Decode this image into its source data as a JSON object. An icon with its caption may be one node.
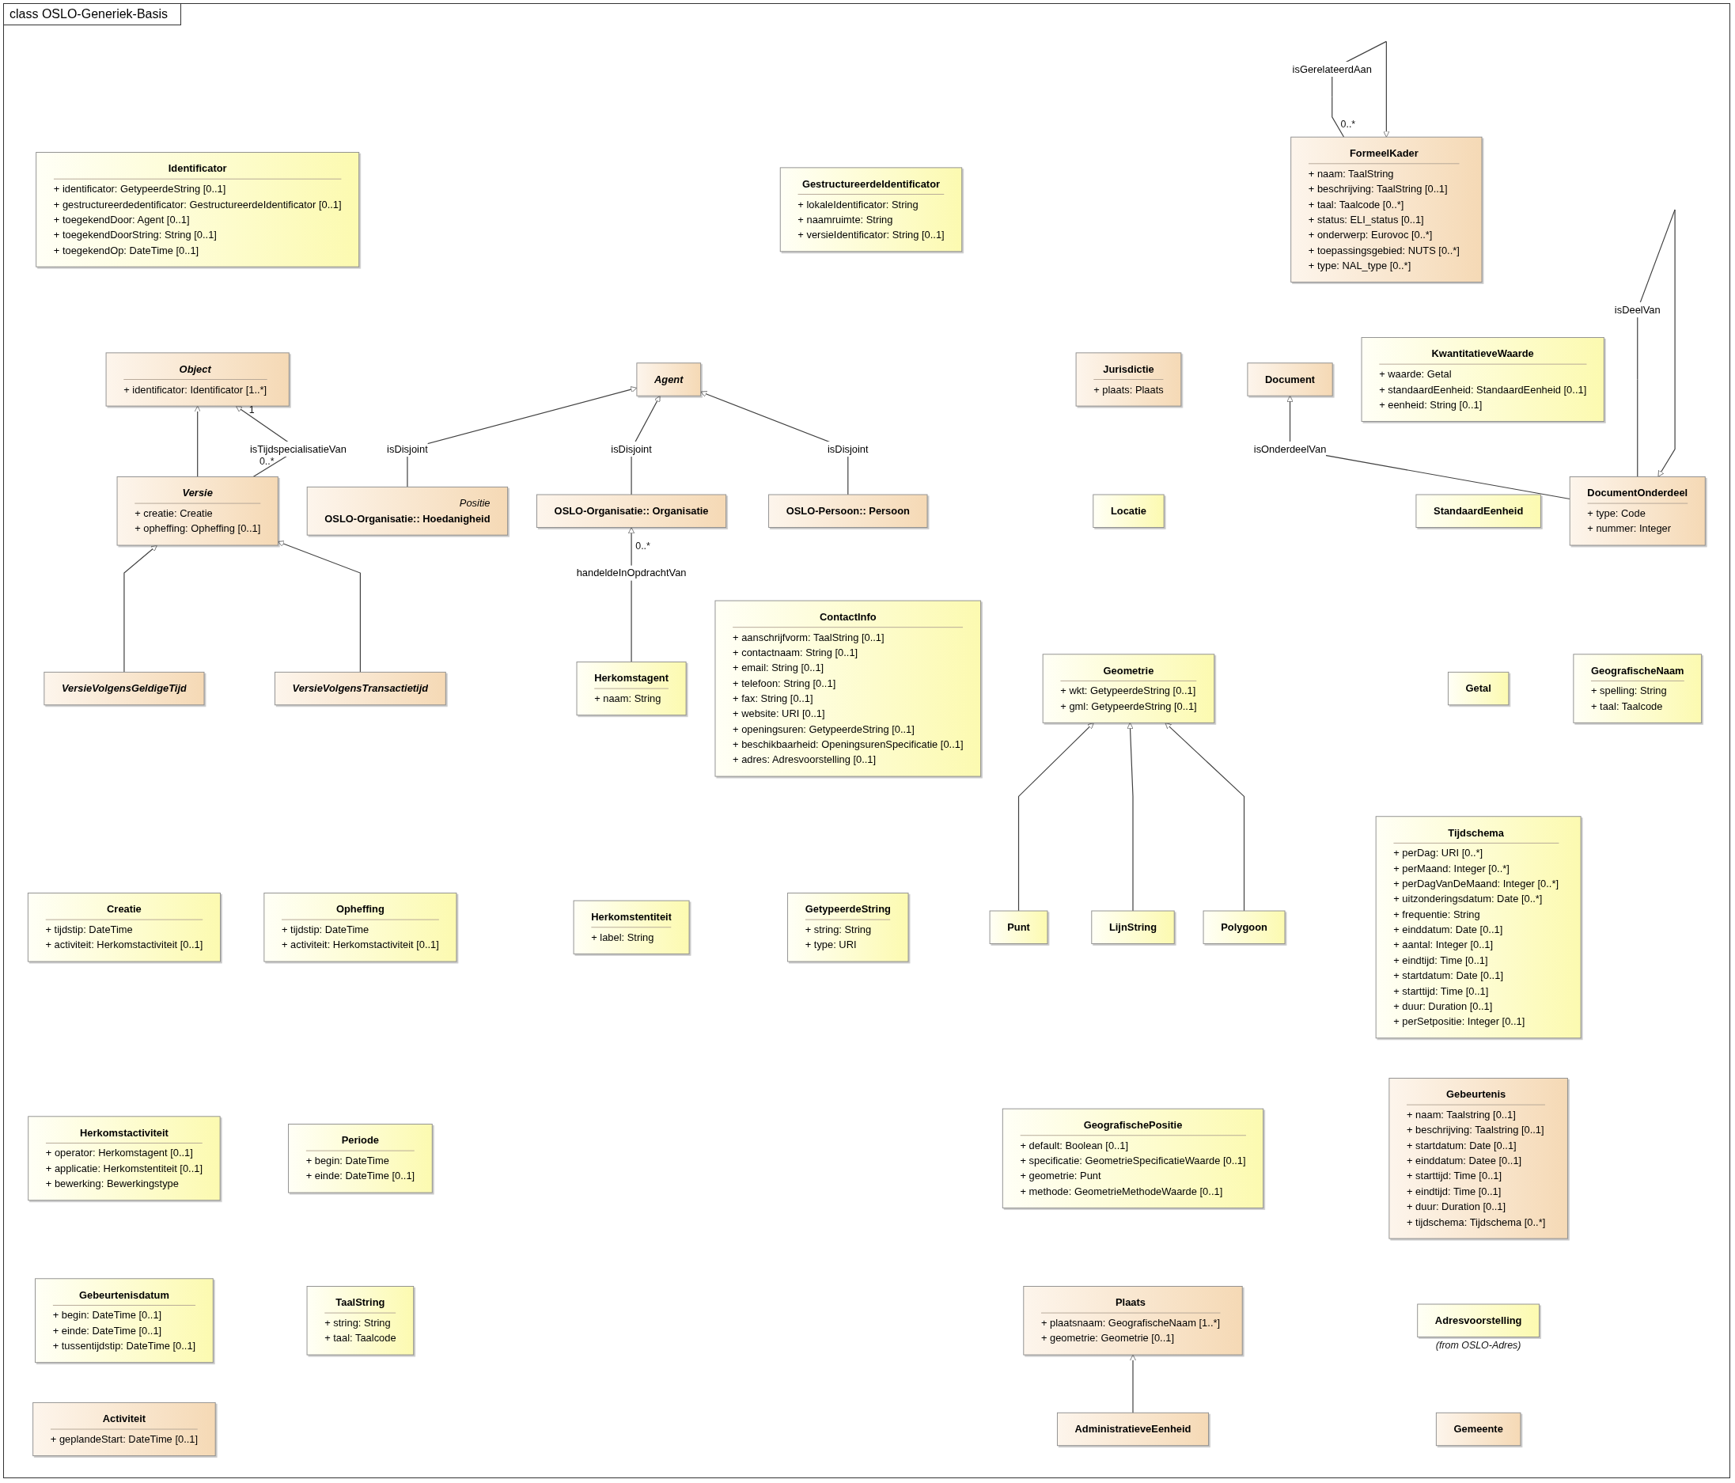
{
  "diagram": {
    "title": "class OSLO-Generiek-Basis",
    "nodes": [
      {
        "text": [
          "Identificator",
          "+ identificator: GetypeerdeString [0..1]",
          "+ gestructureerdedentificator: GestructureerdeIdentificator [0..1]",
          "+ toegekendDoor: Agent [0..1]",
          "+ toegekendDoorString: String [0..1]",
          "+ toegekendOp: DateTime [0..1]"
        ]
      },
      {
        "text": [
          "GestructureerdeIdentificator",
          "+ lokaleIdentificator: String",
          "+ naamruimte: String",
          "+ versieIdentificator: String [0..1]"
        ]
      },
      {
        "text": [
          "FormeelKader",
          "+ naam: TaalString",
          "+ beschrijving: TaalString [0..1]",
          "+ taal: Taalcode [0..*]",
          "+ status: ELI_status [0..1]",
          "+ onderwerp: Eurovoc [0..*]",
          "+ toepassingsgebied: NUTS [0..*]",
          "+ type: NAL_type [0..*]"
        ]
      },
      {
        "text": [
          "Object",
          "+ identificator: Identificator [1..*]"
        ]
      },
      {
        "text": [
          "Agent"
        ]
      },
      {
        "text": [
          "Jurisdictie",
          "+ plaats: Plaats"
        ]
      },
      {
        "text": [
          "Document"
        ]
      },
      {
        "text": [
          "KwantitatieveWaarde",
          "+ waarde: Getal",
          "+ standaardEenheid: StandaardEenheid [0..1]",
          "+ eenheid: String [0..1]"
        ]
      },
      {
        "text": [
          "Versie",
          "+ creatie: Creatie",
          "+ opheffing: Opheffing [0..1]"
        ]
      },
      {
        "text": [
          "Positie",
          "OSLO-Organisatie:: Hoedanigheid"
        ]
      },
      {
        "text": [
          "OSLO-Organisatie:: Organisatie"
        ]
      },
      {
        "text": [
          "OSLO-Persoon:: Persoon"
        ]
      },
      {
        "text": [
          "Locatie"
        ]
      },
      {
        "text": [
          "DocumentOnderdeel",
          "+ type: Code",
          "+ nummer: Integer"
        ]
      },
      {
        "text": [
          "StandaardEenheid"
        ]
      },
      {
        "text": [
          "VersieVolgensGeldigeTijd"
        ]
      },
      {
        "text": [
          "VersieVolgensTransactietijd"
        ]
      },
      {
        "text": [
          "GeografischeNaam",
          "+ spelling: String",
          "+ taal: Taalcode"
        ]
      },
      {
        "text": [
          "Punt"
        ]
      },
      {
        "text": [
          "Getal"
        ]
      },
      {
        "text": [
          "ContactInfo",
          "+ aanschrijfvorm: TaalString [0..1]",
          "+ contactnaam: String [0..1]",
          "+ email: String [0..1]",
          "+ telefoon: String [0..1]",
          "+ fax: String [0..1]",
          "+ website: URI [0..1]",
          "+ openingsuren: GetypeerdeString [0..1]",
          "+ beschikbaarheid: OpeningsurenSpecificatie [0..1]",
          "+ adres: Adresvoorstelling [0..1]"
        ]
      },
      {
        "text": [
          "Creatie",
          "+ tijdstip: DateTime",
          "+ activiteit: Herkomstactiviteit [0..1]"
        ]
      },
      {
        "text": [
          "Opheffing",
          "+ tijdstip: DateTime",
          "+ activiteit: Herkomstactiviteit [0..1]"
        ]
      },
      {
        "text": [
          "Geometrie",
          "+ wkt: GetypeerdeString [0..1]",
          "+ gml: GetypeerdeString [0..1]"
        ]
      },
      {
        "text": [
          "LijnString"
        ]
      },
      {
        "text": [
          "Tijdschema",
          "+ perDag: URI [0..*]",
          "+ perMaand: Integer [0..*]",
          "+ perDagVanDeMaand: Integer [0..*]",
          "+ uitzonderingsdatum: Date [0..*]",
          "+ frequentie: String",
          "+ einddatum: Date [0..1]",
          "+ aantal: Integer [0..1]",
          "+ eindtijd: Time [0..1]",
          "+ startdatum: Date [0..1]",
          "+ starttijd: Time [0..1]",
          "+ duur: Duration [0..1]",
          "+ perSetpositie: Integer [0..1]"
        ]
      },
      {
        "text": [
          "Herkomstactiviteit",
          "+ operator: Herkomstagent [0..1]",
          "+ applicatie: Herkomstentiteit [0..1]",
          "+ bewerking: Bewerkingstype"
        ]
      },
      {
        "text": [
          "Periode",
          "+ begin: DateTime",
          "+ einde: DateTime [0..1]"
        ]
      },
      {
        "text": [
          "GetypeerdeString",
          "+ string: String",
          "+ type: URI"
        ]
      },
      {
        "text": [
          "Polygoon"
        ]
      },
      {
        "text": [
          "Gebeurtenis",
          "+ naam: Taalstring [0..1]",
          "+ beschrijving: Taalstring [0..1]",
          "+ startdatum: Date [0..1]",
          "+ einddatum: Datee [0..1]",
          "+ starttijd: Time [0..1]",
          "+ eindtijd: Time [0..1]",
          "+ duur: Duration [0..1]",
          "+ tijdschema: Tijdschema [0..*]"
        ]
      },
      {
        "text": [
          "GeografischePositie",
          "+ default: Boolean [0..1]",
          "+ specificatie: GeometrieSpecificatieWaarde [0..1]",
          "+ geometrie: Punt",
          "+ methode: GeometrieMethodeWaarde [0..1]"
        ]
      },
      {
        "text": [
          "Herkomstentiteit",
          "+ label: String"
        ]
      },
      {
        "text": [
          "Herkomstagent",
          "+ naam: String"
        ]
      },
      {
        "text": [
          "Gebeurtenisdatum",
          "+ begin: DateTime [0..1]",
          "+ einde: DateTime [0..1]",
          "+ tussentijdstip: DateTime [0..1]"
        ]
      },
      {
        "text": [
          "TaalString",
          "+ string: String",
          "+ taal: Taalcode"
        ]
      },
      {
        "text": [
          "Adresvoorstelling"
        ],
        "beside": [
          "(from OSLO-Adres)"
        ]
      },
      {
        "text": [
          "Activiteit",
          "+ geplandeStart: DateTime [0..1]"
        ]
      },
      {
        "text": [
          "AdministratieveEenheid"
        ]
      },
      {
        "text": [
          "Plaats",
          "+ plaatsnaam: GeografischeNaam [1..*]",
          "+ geometrie: Geometrie [0..1]"
        ]
      },
      {
        "text": [
          "Gemeente"
        ]
      }
    ],
    "edges": [
      {
        "from": 2,
        "to": 2,
        "arrow": "to",
        "label": "isGerelateerdAan"
      },
      {
        "from": 8,
        "to": 3,
        "arrow": "to"
      },
      {
        "from": 8,
        "to": 3,
        "arrow": "to",
        "label": "isTijdspecialisatieVan"
      },
      {
        "from": 9,
        "to": 4,
        "arrow": "to",
        "label": "isDisjoint"
      },
      {
        "from": 10,
        "to": 4,
        "arrow": "to",
        "label": "isDisjoint"
      },
      {
        "from": 11,
        "to": 4,
        "arrow": "to",
        "label": "isDisjoint"
      },
      {
        "from": 13,
        "to": 6,
        "arrow": "to",
        "label": "isOnderdeelVan"
      },
      {
        "from": 13,
        "to": 13,
        "arrow": "to",
        "label": "isDeelVan"
      },
      {
        "from": 15,
        "to": 8,
        "arrow": "to"
      },
      {
        "from": 16,
        "to": 8,
        "arrow": "to"
      },
      {
        "from": 33,
        "to": 10,
        "arrow": "to",
        "label": "handeldeInOpdrachtVan"
      },
      {
        "from": 18,
        "to": 23,
        "arrow": "to"
      },
      {
        "from": 24,
        "to": 23,
        "arrow": "to"
      },
      {
        "from": 29,
        "to": 23,
        "arrow": "to"
      },
      {
        "from": 38,
        "to": 39,
        "arrow": "to"
      }
    ],
    "labels": [
      "0..*",
      "1",
      "0..*",
      "0..*"
    ]
  }
}
